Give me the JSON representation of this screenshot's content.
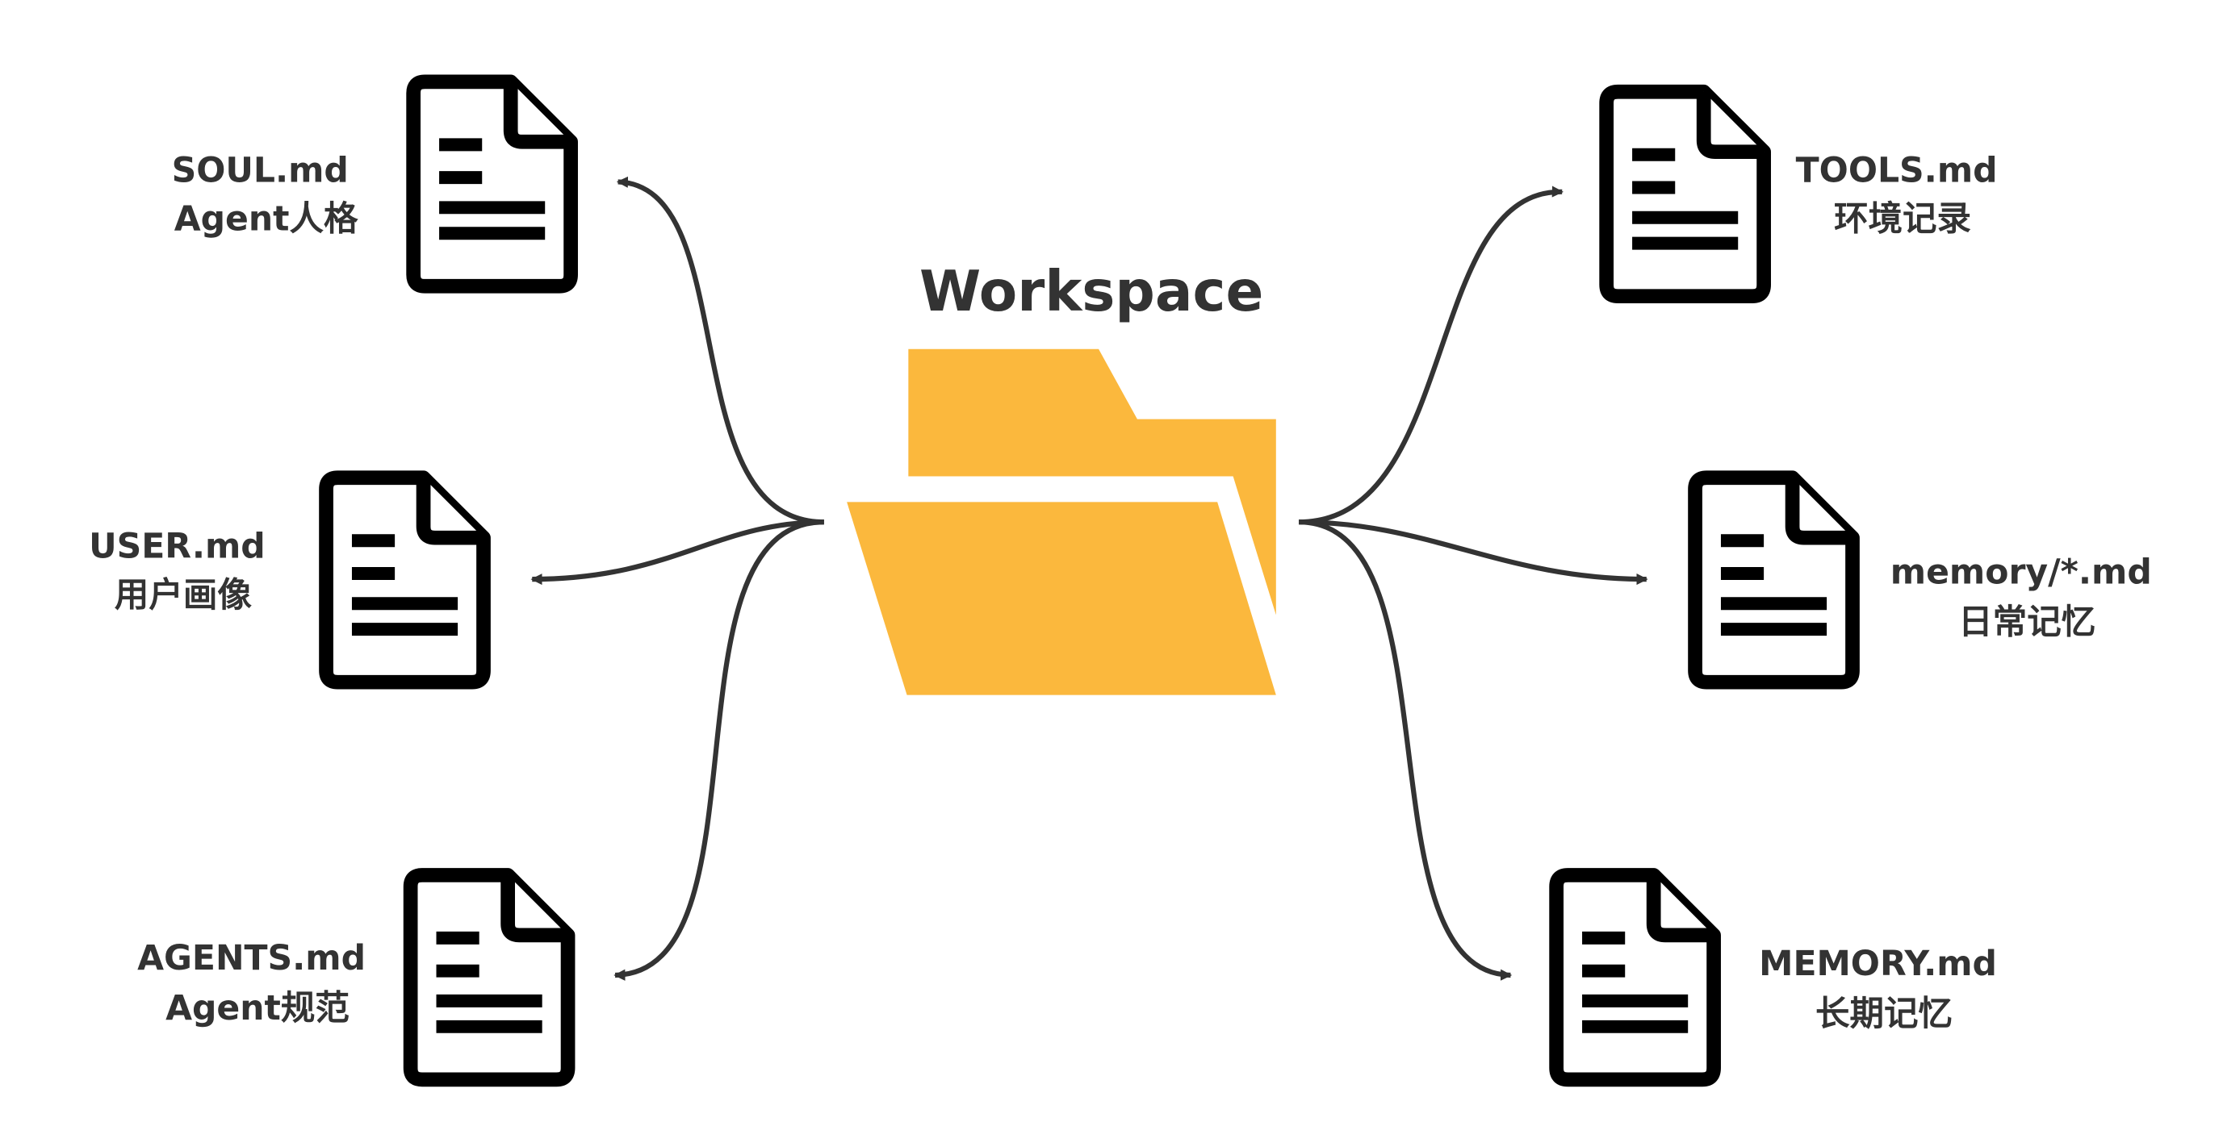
{
  "title": "Workspace",
  "colors": {
    "folder": "#FBB83D",
    "text": "#333333",
    "icon_stroke": "#000000",
    "connector": "#333333"
  },
  "folder": {
    "icon": "folder-icon"
  },
  "files": {
    "soul": {
      "name": "SOUL.md",
      "desc": "Agent人格",
      "icon": "document-icon"
    },
    "user": {
      "name": "USER.md",
      "desc": "用户画像",
      "icon": "document-icon"
    },
    "agents": {
      "name": "AGENTS.md",
      "desc": "Agent规范",
      "icon": "document-icon"
    },
    "tools": {
      "name": "TOOLS.md",
      "desc": "环境记录",
      "icon": "document-icon"
    },
    "memory_daily": {
      "name": "memory/*.md",
      "desc": "日常记忆",
      "icon": "document-icon"
    },
    "memory_long": {
      "name": "MEMORY.md",
      "desc": "长期记忆",
      "icon": "document-icon"
    }
  }
}
